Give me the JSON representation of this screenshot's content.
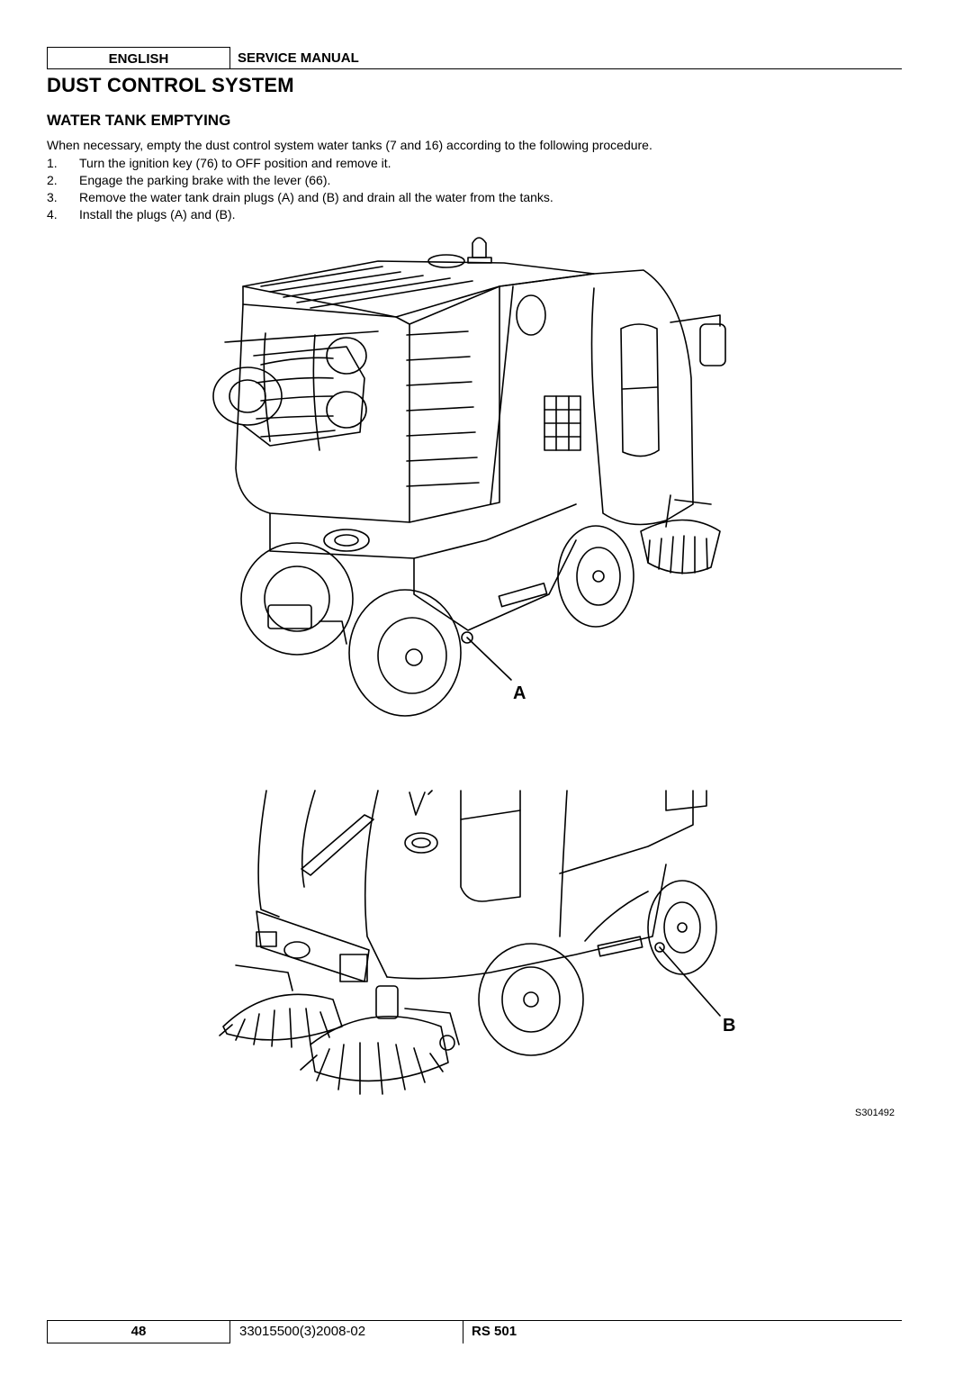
{
  "header": {
    "language": "ENGLISH",
    "manual": "SERVICE MANUAL"
  },
  "title": "DUST CONTROL SYSTEM",
  "section": "WATER TANK EMPTYING",
  "intro": "When necessary, empty the dust control system water tanks (7 and 16) according to the following procedure.",
  "steps": [
    {
      "n": "1.",
      "text": "Turn the ignition key (76) to OFF position and remove it."
    },
    {
      "n": "2.",
      "text": "Engage the parking brake with the lever (66)."
    },
    {
      "n": "3.",
      "text": "Remove the water tank drain plugs (A) and (B) and drain all the water from the tanks."
    },
    {
      "n": "4.",
      "text": "Install the plugs (A) and (B)."
    }
  ],
  "figure": {
    "label_a": "A",
    "label_b": "B",
    "code": "S301492"
  },
  "footer": {
    "page": "48",
    "doc": "33015500(3)2008-02",
    "model": "RS 501"
  }
}
